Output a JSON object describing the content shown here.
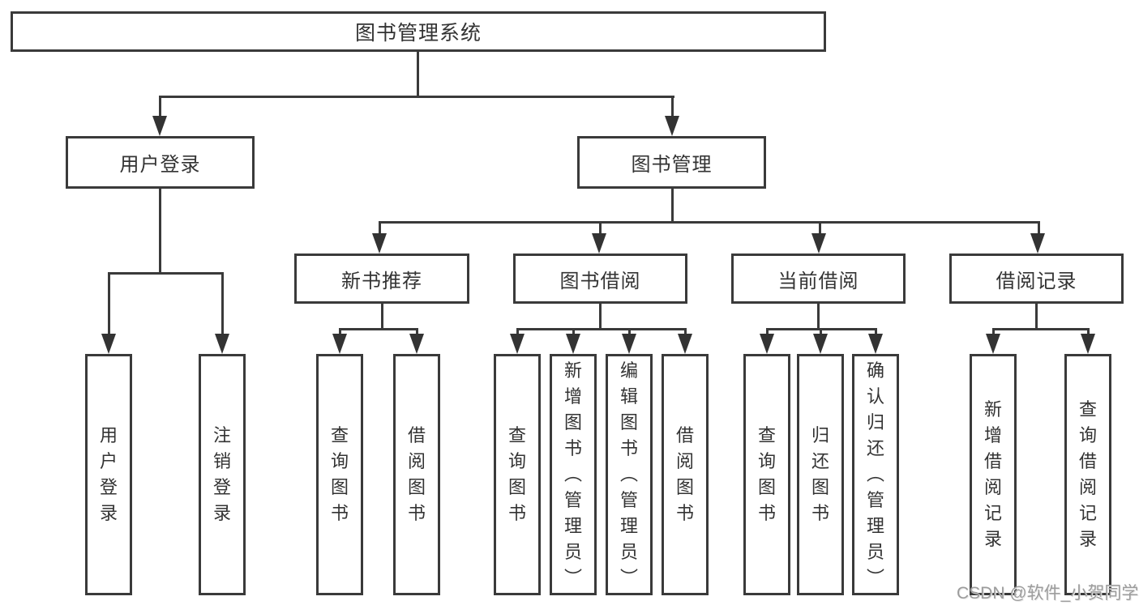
{
  "root": "图书管理系统",
  "branches": [
    "用户登录",
    "图书管理"
  ],
  "modules": [
    "新书推荐",
    "图书借阅",
    "当前借阅",
    "借阅记录"
  ],
  "leaves": {
    "user_login": [
      "用户登录",
      "注销登录"
    ],
    "new_book": [
      "查询图书",
      "借阅图书"
    ],
    "borrow": [
      "查询图书",
      "新增图书（管理员）",
      "编辑图书（管理员）",
      "借阅图书"
    ],
    "current": [
      "查询图书",
      "归还图书",
      "确认归还（管理员）"
    ],
    "records": [
      "新增借阅记录",
      "查询借阅记录"
    ]
  },
  "watermark": {
    "text": "CSDN @软件_小贺同学",
    "color": "#9c9c9c"
  },
  "colors": {
    "line": "#3a3a3a",
    "text": "#333333",
    "background": "#ffffff"
  }
}
